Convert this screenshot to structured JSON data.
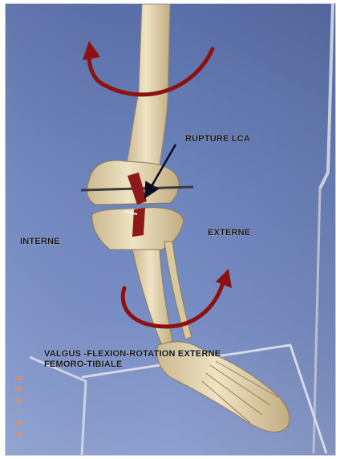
{
  "photo": {
    "subject": "leg skeleton knee model",
    "colors": {
      "background": "#6d84bd",
      "bone": "#e7d9b4",
      "ligament": "#8c1a1a",
      "arrow": "#8e1111",
      "pointer": "#0a0a20",
      "stamp": "#ff7a1a"
    }
  },
  "labels": {
    "rupture": "RUPTURE LCA",
    "interne": "INTERNE",
    "externe": "EXTERNE"
  },
  "caption": {
    "line1": "VALGUS -FLEXION-ROTATION EXTERNE",
    "line2": "FEMORO-TIBIALE"
  },
  "date_stamp": "1 1 · 1 1 1"
}
